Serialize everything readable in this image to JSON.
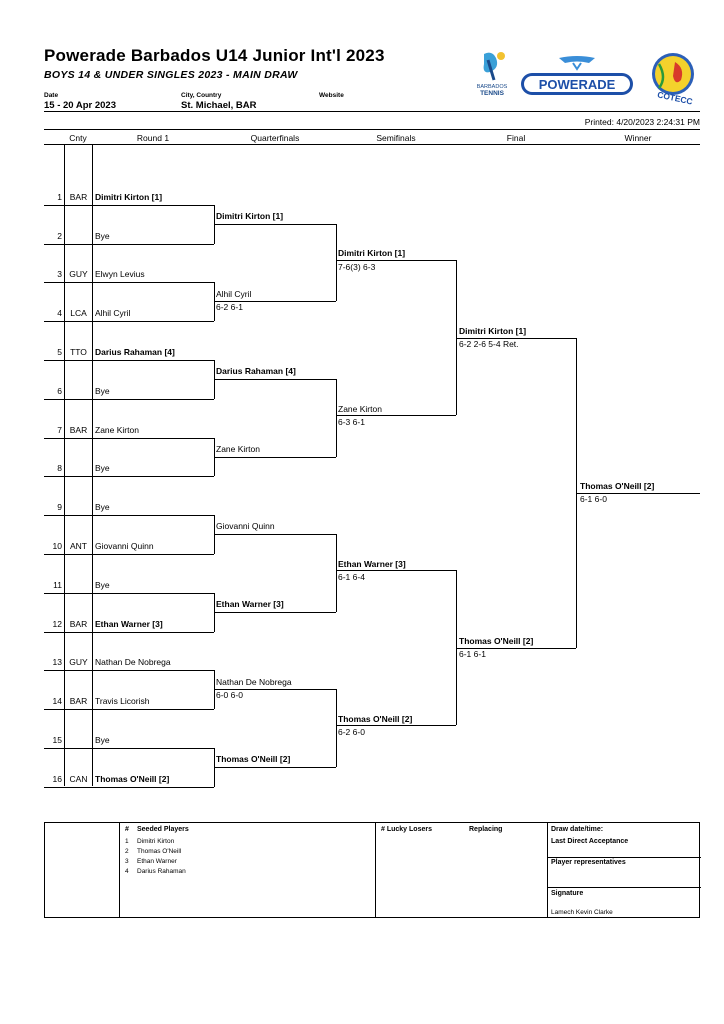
{
  "header": {
    "title": "Powerade Barbados U14 Junior Int'l 2023",
    "subtitle": "BOYS 14 & UNDER SINGLES 2023 - MAIN DRAW",
    "date_label": "Date",
    "date_value": "15 - 20 Apr 2023",
    "city_label": "City, Country",
    "city_value": "St. Michael, BAR",
    "website_label": "Website",
    "printed": "Printed: 4/20/2023 2:24:31 PM"
  },
  "logos": {
    "bt_line1": "BARBADOS",
    "bt_line2": "TENNIS",
    "powerade": "POWERADE",
    "cotecc": "COTECC"
  },
  "columns": {
    "cnty": "Cnty",
    "r1": "Round 1",
    "qf": "Quarterfinals",
    "sf": "Semifinals",
    "final": "Final",
    "winner": "Winner"
  },
  "round1": [
    {
      "num": "1",
      "cnty": "BAR",
      "name": "Dimitri Kirton [1]",
      "bold": true
    },
    {
      "num": "2",
      "cnty": "",
      "name": "Bye",
      "bold": false
    },
    {
      "num": "3",
      "cnty": "GUY",
      "name": "Elwyn Levius",
      "bold": false
    },
    {
      "num": "4",
      "cnty": "LCA",
      "name": "Alhil Cyril",
      "bold": false
    },
    {
      "num": "5",
      "cnty": "TTO",
      "name": "Darius Rahaman [4]",
      "bold": true
    },
    {
      "num": "6",
      "cnty": "",
      "name": "Bye",
      "bold": false
    },
    {
      "num": "7",
      "cnty": "BAR",
      "name": "Zane Kirton",
      "bold": false
    },
    {
      "num": "8",
      "cnty": "",
      "name": "Bye",
      "bold": false
    },
    {
      "num": "9",
      "cnty": "",
      "name": "Bye",
      "bold": false
    },
    {
      "num": "10",
      "cnty": "ANT",
      "name": "Giovanni Quinn",
      "bold": false
    },
    {
      "num": "11",
      "cnty": "",
      "name": "Bye",
      "bold": false
    },
    {
      "num": "12",
      "cnty": "BAR",
      "name": "Ethan Warner [3]",
      "bold": true
    },
    {
      "num": "13",
      "cnty": "GUY",
      "name": "Nathan De Nobrega",
      "bold": false
    },
    {
      "num": "14",
      "cnty": "BAR",
      "name": "Travis Licorish",
      "bold": false
    },
    {
      "num": "15",
      "cnty": "",
      "name": "Bye",
      "bold": false
    },
    {
      "num": "16",
      "cnty": "CAN",
      "name": "Thomas O'Neill [2]",
      "bold": true
    }
  ],
  "quarterfinals": [
    {
      "name": "Dimitri Kirton [1]",
      "score": "",
      "bold": true
    },
    {
      "name": "Alhil Cyril",
      "score": "6-2 6-1",
      "bold": false
    },
    {
      "name": "Darius Rahaman [4]",
      "score": "",
      "bold": true
    },
    {
      "name": "Zane Kirton",
      "score": "",
      "bold": false
    },
    {
      "name": "Giovanni Quinn",
      "score": "",
      "bold": false
    },
    {
      "name": "Ethan Warner [3]",
      "score": "",
      "bold": true
    },
    {
      "name": "Nathan De Nobrega",
      "score": "6-0 6-0",
      "bold": false
    },
    {
      "name": "Thomas O'Neill [2]",
      "score": "",
      "bold": true
    }
  ],
  "semifinals": [
    {
      "name": "Dimitri Kirton [1]",
      "score": "7-6(3) 6-3",
      "bold": true
    },
    {
      "name": "Zane Kirton",
      "score": "6-3 6-1",
      "bold": false
    },
    {
      "name": "Ethan Warner [3]",
      "score": "6-1 6-4",
      "bold": true
    },
    {
      "name": "Thomas O'Neill [2]",
      "score": "6-2 6-0",
      "bold": true
    }
  ],
  "final": [
    {
      "name": "Dimitri Kirton [1]",
      "score": "6-2 2-6 5-4 Ret.",
      "bold": true
    },
    {
      "name": "Thomas O'Neill [2]",
      "score": "6-1 6-1",
      "bold": true
    }
  ],
  "winner": {
    "name": "Thomas O'Neill [2]",
    "score": "6-1 6-0"
  },
  "footer": {
    "seeded_hash": "#",
    "seeded_title": "Seeded Players",
    "seeded": [
      {
        "n": "1",
        "name": "Dimitri Kirton"
      },
      {
        "n": "2",
        "name": "Thomas O'Neill"
      },
      {
        "n": "3",
        "name": "Ethan Warner"
      },
      {
        "n": "4",
        "name": "Darius Rahaman"
      }
    ],
    "lucky_title": "# Lucky Losers",
    "replacing_title": "Replacing",
    "draw_date": "Draw date/time:",
    "last_direct": "Last Direct Acceptance",
    "player_reps": "Player representatives",
    "signature": "Signature",
    "signer": "Lamech Kevin Clarke"
  }
}
